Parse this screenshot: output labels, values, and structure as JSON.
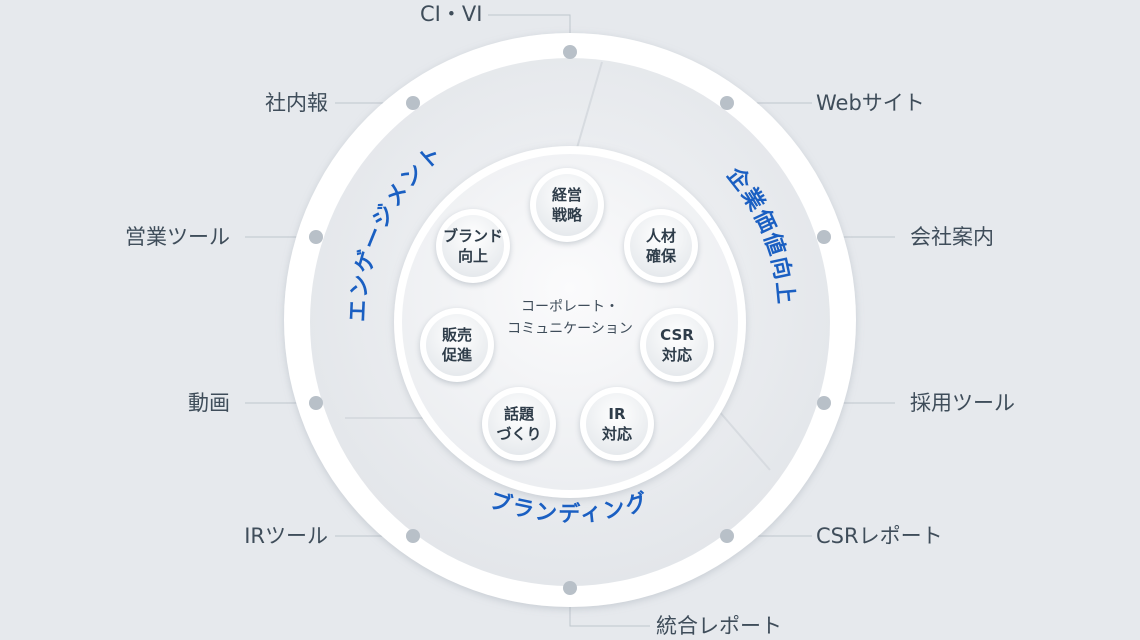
{
  "outer_items": [
    {
      "id": "ci-vi",
      "label": "CI・VI"
    },
    {
      "id": "web",
      "label": "Webサイト"
    },
    {
      "id": "company-guide",
      "label": "会社案内"
    },
    {
      "id": "recruit-tools",
      "label": "採用ツール"
    },
    {
      "id": "csr-report",
      "label": "CSRレポート"
    },
    {
      "id": "integrated-report",
      "label": "統合レポート"
    },
    {
      "id": "ir-tools",
      "label": "IRツール"
    },
    {
      "id": "video",
      "label": "動画"
    },
    {
      "id": "sales-tools",
      "label": "営業ツール"
    },
    {
      "id": "internal-newsletter",
      "label": "社内報"
    }
  ],
  "segments": {
    "left": "エンゲージメント",
    "right": "企業価値向上",
    "bottom": "ブランディング"
  },
  "center": {
    "line1": "コーポレート・",
    "line2": "コミュニケーション"
  },
  "inner_nodes": [
    {
      "id": "strategy",
      "lines": [
        "経営",
        "戦略"
      ]
    },
    {
      "id": "talent",
      "lines": [
        "人材",
        "確保"
      ]
    },
    {
      "id": "csr",
      "lines": [
        "CSR",
        "対応"
      ]
    },
    {
      "id": "ir",
      "lines": [
        "IR",
        "対応"
      ]
    },
    {
      "id": "topics",
      "lines": [
        "話題",
        "づくり"
      ]
    },
    {
      "id": "sales-promo",
      "lines": [
        "販売",
        "促進"
      ]
    },
    {
      "id": "brand",
      "lines": [
        "ブランド",
        "向上"
      ]
    }
  ],
  "colors": {
    "background": "#e6e9ed",
    "accent_blue": "#1a5fc2",
    "text": "#3f4d5a",
    "dot": "#b8c0c8",
    "line": "#bfc6cd"
  }
}
